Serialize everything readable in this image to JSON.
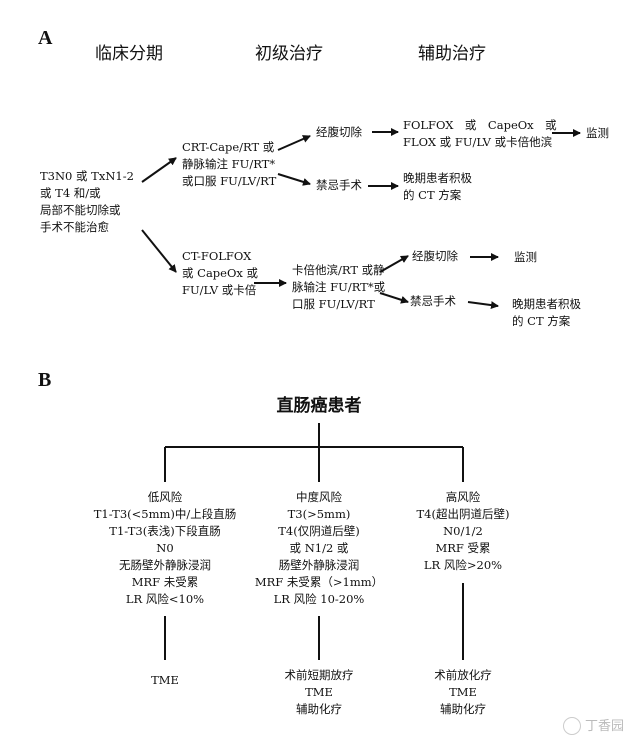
{
  "panel_a": {
    "label": "A",
    "headers": [
      "临床分期",
      "初级治疗",
      "辅助治疗"
    ],
    "stage": [
      "T3N0 或 TxN1-2",
      "或 T4 和/或",
      "局部不能切除或",
      "手术不能治愈"
    ],
    "crt": [
      "CRT-Cape/RT 或",
      "静脉输注 FU/RT*",
      "或口服 FU/LV/RT"
    ],
    "crt_surgery": "经腹切除",
    "crt_adjuvant": [
      "FOLFOX　或　CapeOx　或",
      "FLOX 或 FU/LV 或卡倍他滨"
    ],
    "monitor1": "监测",
    "crt_contra": "禁忌手术",
    "late1": [
      "晚期患者积极",
      "的 CT 方案"
    ],
    "ct": [
      "CT-FOLFOX",
      "或 CapeOx 或",
      "FU/LV 或卡倍"
    ],
    "ct_rt": [
      "卡倍他滨/RT 或静",
      "脉输注 FU/RT*或",
      "口服 FU/LV/RT"
    ],
    "ct_surgery": "经腹切除",
    "monitor2": "监测",
    "ct_contra": "禁忌手术",
    "late2": [
      "晚期患者积极",
      "的 CT 方案"
    ]
  },
  "panel_b": {
    "label": "B",
    "root": "直肠癌患者",
    "low": {
      "criteria": [
        "低风险",
        "T1-T3(<5mm)中/上段直肠",
        "T1-T3(表浅)下段直肠",
        "N0",
        "无肠壁外静脉浸润",
        "MRF 未受累",
        "LR 风险<10%"
      ],
      "treatment": [
        "TME"
      ]
    },
    "mid": {
      "criteria": [
        "中度风险",
        "T3(>5mm)",
        "T4(仅阴道后壁)",
        "或 N1/2 或",
        "肠壁外静脉浸润",
        "MRF 未受累（>1mm）",
        "LR 风险 10-20%"
      ],
      "treatment": [
        "术前短期放疗",
        "TME",
        "辅助化疗"
      ]
    },
    "high": {
      "criteria": [
        "高风险",
        "T4(超出阴道后壁)",
        "N0/1/2",
        "MRF 受累",
        "LR 风险>20%"
      ],
      "treatment": [
        "术前放化疗",
        "TME",
        "辅助化疗"
      ]
    }
  },
  "watermark": "丁香园"
}
